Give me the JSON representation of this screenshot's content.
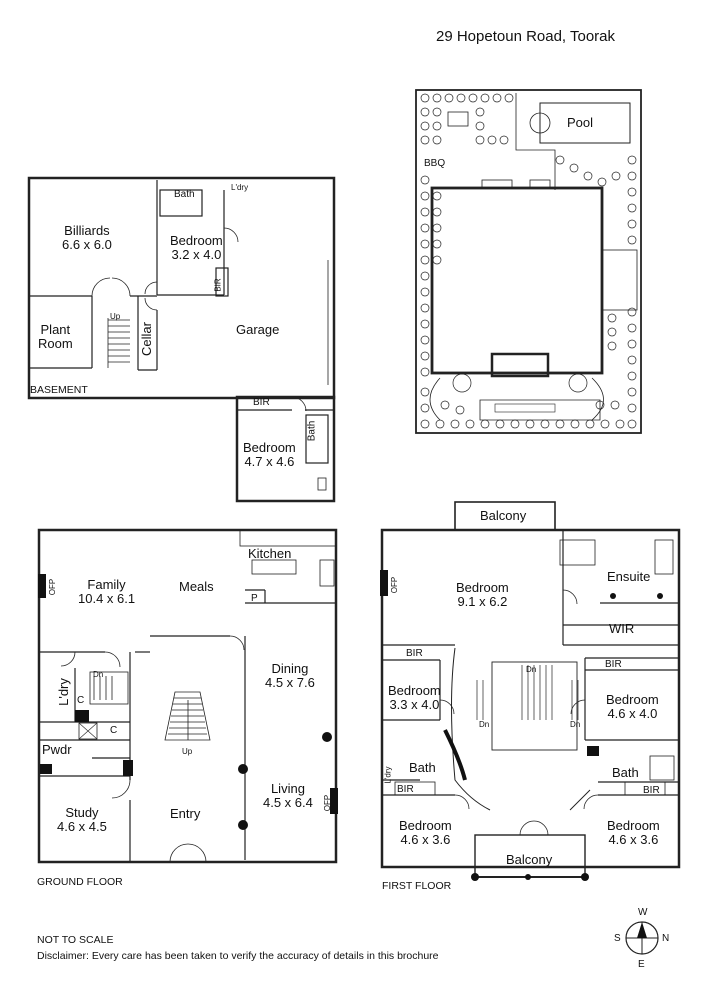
{
  "title": "29 Hopetoun Road, Toorak",
  "basement": {
    "caption": "BASEMENT",
    "rooms": {
      "billiards": {
        "name": "Billiards",
        "dim": "6.6 x 6.0"
      },
      "bath": "Bath",
      "ldry": "L'dry",
      "bedroom1": {
        "name": "Bedroom",
        "dim": "3.2 x 4.0"
      },
      "bir1": "BIR",
      "up": "Up",
      "plant": {
        "name": "Plant",
        "name2": "Room"
      },
      "cellar": "Cellar",
      "garage": "Garage",
      "bir2": "BIR",
      "bath2": "Bath",
      "bedroom2": {
        "name": "Bedroom",
        "dim": "4.7 x 4.6"
      }
    }
  },
  "site": {
    "pool": "Pool",
    "bbq": "BBQ"
  },
  "ground": {
    "caption": "GROUND FLOOR",
    "rooms": {
      "family": {
        "name": "Family",
        "dim": "10.4 x 6.1"
      },
      "meals": "Meals",
      "kitchen": "Kitchen",
      "pantry": "P",
      "dining": {
        "name": "Dining",
        "dim": "4.5 x 7.6"
      },
      "ldry": "L'dry",
      "dn": "Dn",
      "c1": "C",
      "c2": "C",
      "up": "Up",
      "pwdr": "Pwdr",
      "study": {
        "name": "Study",
        "dim": "4.6 x 4.5"
      },
      "entry": "Entry",
      "living": {
        "name": "Living",
        "dim": "4.5 x 6.4"
      },
      "ofp1": "OFP",
      "ofp2": "OFP"
    }
  },
  "first": {
    "caption": "FIRST FLOOR",
    "rooms": {
      "balcony_top": "Balcony",
      "master": {
        "name": "Bedroom",
        "dim": "9.1 x 6.2"
      },
      "ensuite": "Ensuite",
      "wir": "WIR",
      "bir_a": "BIR",
      "bir_b": "BIR",
      "bedroom_l": {
        "name": "Bedroom",
        "dim": "3.3 x 4.0"
      },
      "dn_top": "Dn",
      "dn_left": "Dn",
      "dn_right": "Dn",
      "bedroom_r": {
        "name": "Bedroom",
        "dim": "4.6 x 4.0"
      },
      "ldry": "L'dry",
      "bath_l": "Bath",
      "bath_r": "Bath",
      "bir_c": "BIR",
      "bir_d": "BIR",
      "bedroom_bl": {
        "name": "Bedroom",
        "dim": "4.6 x 3.6"
      },
      "bedroom_br": {
        "name": "Bedroom",
        "dim": "4.6 x 3.6"
      },
      "balcony_bottom": "Balcony",
      "ofp": "OFP"
    }
  },
  "compass": {
    "w": "W",
    "s": "S",
    "n": "N",
    "e": "E"
  },
  "footer": {
    "not_to_scale": "NOT TO SCALE",
    "disclaimer": "Disclaimer: Every care has been taken to verify the accuracy of details in this brochure"
  }
}
